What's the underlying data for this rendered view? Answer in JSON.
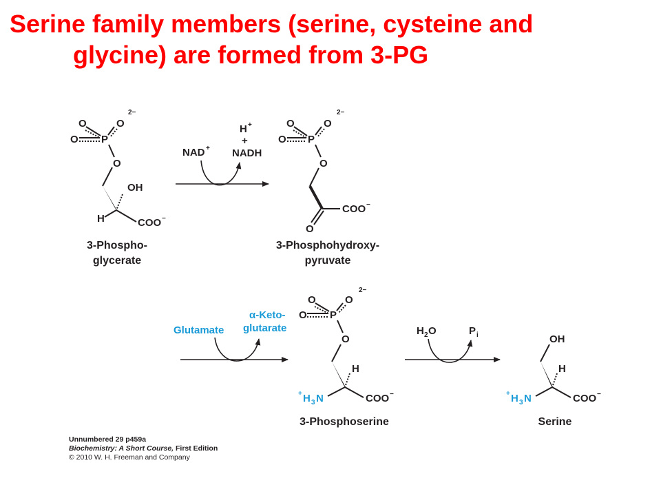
{
  "title": {
    "line1": "Serine family members (serine, cysteine and",
    "line2": "glycine) are formed from 3-PG"
  },
  "labels": {
    "charge": "2−",
    "O": "O",
    "P": "P",
    "OH": "OH",
    "H": "H",
    "COO": "COO",
    "minus": "−",
    "plus": "+",
    "H3N_H": "H",
    "H3N_sub": "3",
    "H3N_N": "N"
  },
  "reaction1": {
    "reagent_in": "NAD",
    "reagent_out_h": "H",
    "reagent_out_plus": "+",
    "reagent_out_nadh": "NADH"
  },
  "reaction2": {
    "reagent_in": "Glutamate",
    "reagent_out_line1": "α-Keto-",
    "reagent_out_line2": "glutarate"
  },
  "reaction3": {
    "reagent_in_h": "H",
    "reagent_in_sub": "2",
    "reagent_in_o": "O",
    "reagent_out_p": "P",
    "reagent_out_sub": "i"
  },
  "compounds": {
    "phosphoglycerate_line1": "3-Phospho-",
    "phosphoglycerate_line2": "glycerate",
    "phosphohydroxypyruvate_line1": "3-Phosphohydroxy-",
    "phosphohydroxypyruvate_line2": "pyruvate",
    "phosphoserine": "3-Phosphoserine",
    "serine": "Serine"
  },
  "caption": {
    "line1": "Unnumbered 29 p459a",
    "line2_title": "Biochemistry: A Short Course,",
    "line2_rest": " First Edition",
    "line3": "© 2010 W. H. Freeman and Company"
  },
  "colors": {
    "title": "#ff0000",
    "blue_label": "#1a9bd7",
    "ink": "#231f20"
  }
}
